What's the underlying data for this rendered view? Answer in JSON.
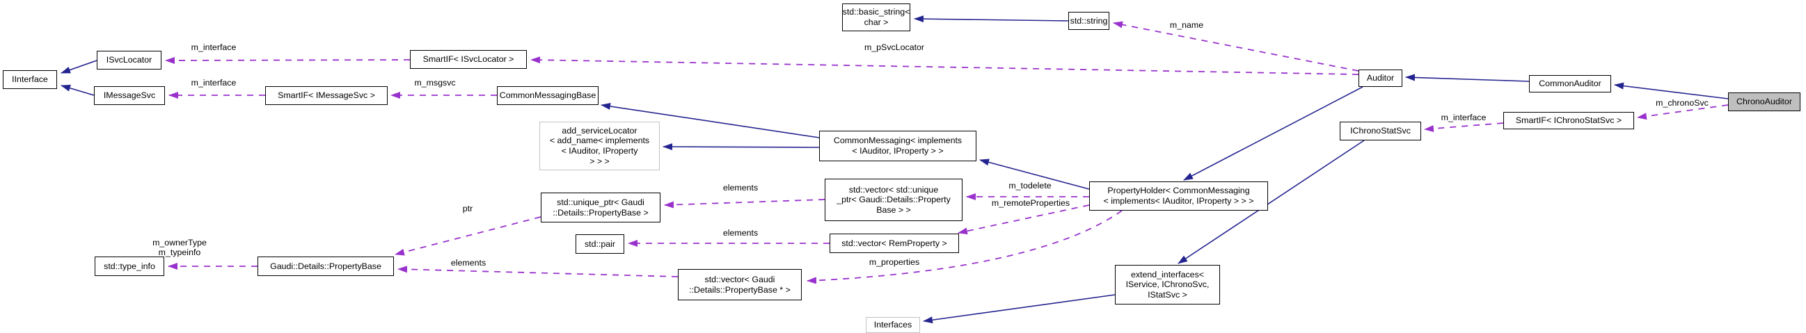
{
  "diagram": {
    "title": "ChronoAuditor collaboration graph",
    "colors": {
      "background": "#ffffff",
      "inheritance_edge": "#24248f",
      "usage_edge": "#9932cc",
      "node_border": "#000000",
      "muted_node_border": "#c2c2c2",
      "selected_node_fill": "#bfbfbf",
      "node_fill": "#ffffff",
      "text": "#000000"
    },
    "nodes": [
      {
        "id": "std-basic-string",
        "label": "std::basic_string<\nchar >"
      },
      {
        "id": "std-string",
        "label": "std::string"
      },
      {
        "id": "iinterface",
        "label": "IInterface"
      },
      {
        "id": "isvclocator",
        "label": "ISvcLocator"
      },
      {
        "id": "smartif-isvclocator",
        "label": "SmartIF< ISvcLocator >"
      },
      {
        "id": "imessagesvc",
        "label": "IMessageSvc"
      },
      {
        "id": "smartif-imessagesvc",
        "label": "SmartIF< IMessageSvc >"
      },
      {
        "id": "commonmessagingbase",
        "label": "CommonMessagingBase"
      },
      {
        "id": "add-servicelocator",
        "label": "add_serviceLocator\n< add_name< implements\n< IAuditor, IProperty\n> > >"
      },
      {
        "id": "commonmessaging",
        "label": "CommonMessaging< implements\n< IAuditor, IProperty > >"
      },
      {
        "id": "auditor",
        "label": "Auditor"
      },
      {
        "id": "commonauditor",
        "label": "CommonAuditor"
      },
      {
        "id": "chronoauditor",
        "label": "ChronoAuditor"
      },
      {
        "id": "smartif-ichronostatsvc",
        "label": "SmartIF< IChronoStatSvc >"
      },
      {
        "id": "ichronostatsvc",
        "label": "IChronoStatSvc"
      },
      {
        "id": "propertyholder",
        "label": "PropertyHolder< CommonMessaging\n< implements< IAuditor, IProperty > > >"
      },
      {
        "id": "vector-unique-ptr",
        "label": "std::vector< std::unique\n_ptr< Gaudi::Details::Property\nBase > >"
      },
      {
        "id": "unique-ptr",
        "label": "std::unique_ptr< Gaudi\n::Details::PropertyBase >"
      },
      {
        "id": "std-pair",
        "label": "std::pair"
      },
      {
        "id": "vector-remproperty",
        "label": "std::vector< RemProperty >"
      },
      {
        "id": "std-type-info",
        "label": "std::type_info"
      },
      {
        "id": "propertybase",
        "label": "Gaudi::Details::PropertyBase"
      },
      {
        "id": "vector-propertybase",
        "label": "std::vector< Gaudi\n::Details::PropertyBase * >"
      },
      {
        "id": "extend-interfaces",
        "label": "extend_interfaces<\nIService, IChronoSvc,\nIStatSvc >"
      },
      {
        "id": "interfaces",
        "label": "Interfaces"
      }
    ],
    "edge_labels": [
      {
        "text": "m_name"
      },
      {
        "text": "m_pSvcLocator"
      },
      {
        "text": "m_interface"
      },
      {
        "text": "m_interface"
      },
      {
        "text": "m_msgsvc"
      },
      {
        "text": "m_chronoSvc"
      },
      {
        "text": "m_interface"
      },
      {
        "text": "m_todelete"
      },
      {
        "text": "m_remoteProperties"
      },
      {
        "text": "elements"
      },
      {
        "text": "elements"
      },
      {
        "text": "ptr"
      },
      {
        "text": "m_ownerType\nm_typeinfo"
      },
      {
        "text": "elements"
      },
      {
        "text": "m_properties"
      }
    ]
  }
}
